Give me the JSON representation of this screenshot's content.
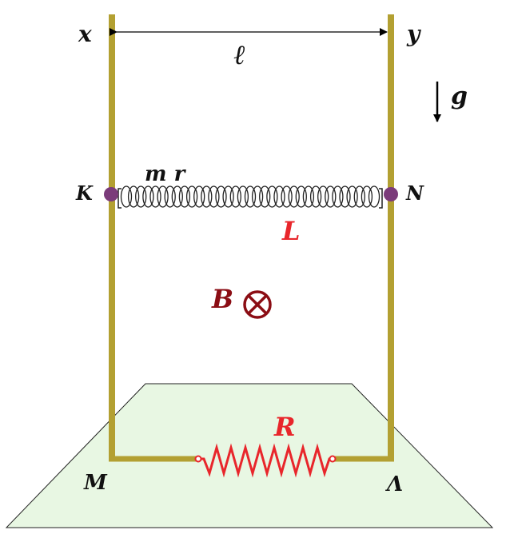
{
  "labels": {
    "x": "x",
    "y": "y",
    "length": "ℓ",
    "g": "g",
    "K": "K",
    "N": "N",
    "mass_resistance": "m r",
    "L": "L",
    "B": "B",
    "R": "R",
    "M": "M",
    "Lambda": "Λ"
  },
  "colors": {
    "rail": "#b3a032",
    "floor": "#e8f7e3",
    "contact": "#7b3b7a",
    "red": "#e8262b",
    "dark_red": "#8b0d14",
    "coil": "#222222"
  }
}
